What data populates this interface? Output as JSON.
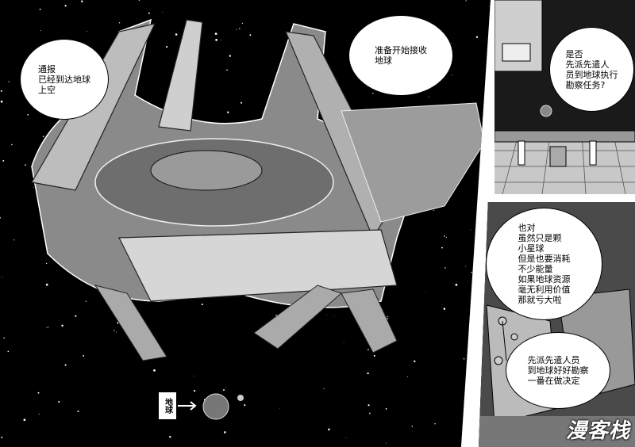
{
  "panel1": {
    "bubble_left": "通报\n已经到达地球\n上空",
    "bubble_right": "准备开始接收\n地球",
    "earth_label": "地球"
  },
  "panel2": {
    "bubble": "是否\n先派先遣人\n员到地球执行\n勘察任务?"
  },
  "panel3": {
    "bubble_top": "也对\n虽然只是颗\n小星球\n但是也要消耗\n不少能量\n如果地球资源\n毫无利用价值\n那就亏大啦",
    "bubble_bottom": "先派先遣人员\n到地球好好勘察\n一番在做决定"
  },
  "watermark": "漫客栈"
}
